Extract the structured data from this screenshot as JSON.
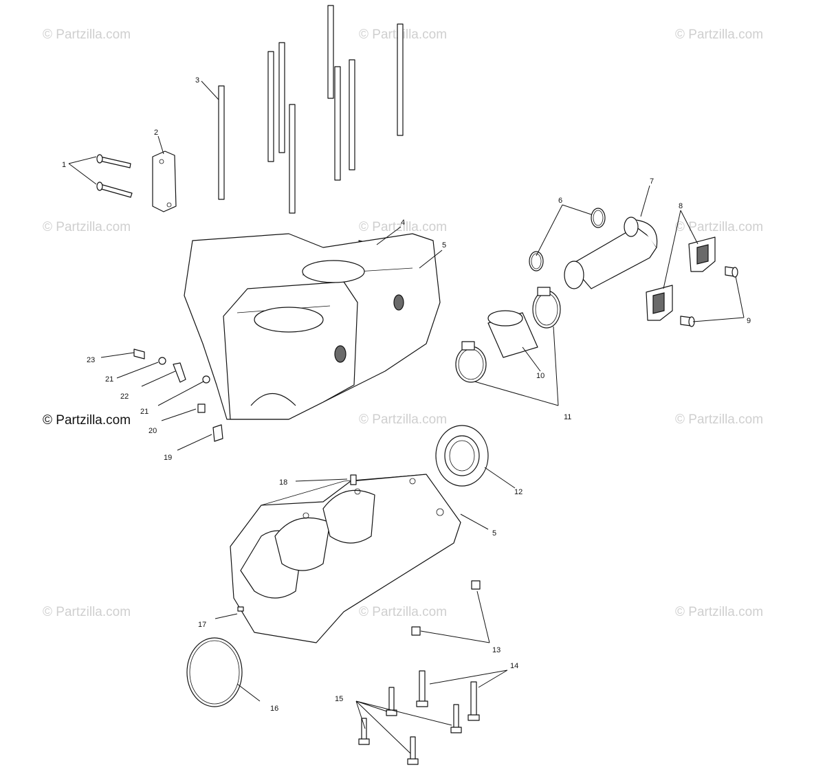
{
  "copyright": "© Partzilla.com",
  "watermark_text": "© Partzilla.com",
  "callouts": {
    "c1": "1",
    "c2": "2",
    "c3": "3",
    "c4": "4",
    "c5a": "5",
    "c5b": "5",
    "c6": "6",
    "c7": "7",
    "c8": "8",
    "c9": "9",
    "c10": "10",
    "c11": "11",
    "c12": "12",
    "c13": "13",
    "c14": "14",
    "c15": "15",
    "c16": "16",
    "c17": "17",
    "c18": "18",
    "c19": "19",
    "c20": "20",
    "c21a": "21",
    "c21b": "21",
    "c22": "22",
    "c23": "23"
  },
  "colors": {
    "line": "#111111",
    "watermark": "#cfcfcf",
    "shade": "#6a6a6a"
  }
}
